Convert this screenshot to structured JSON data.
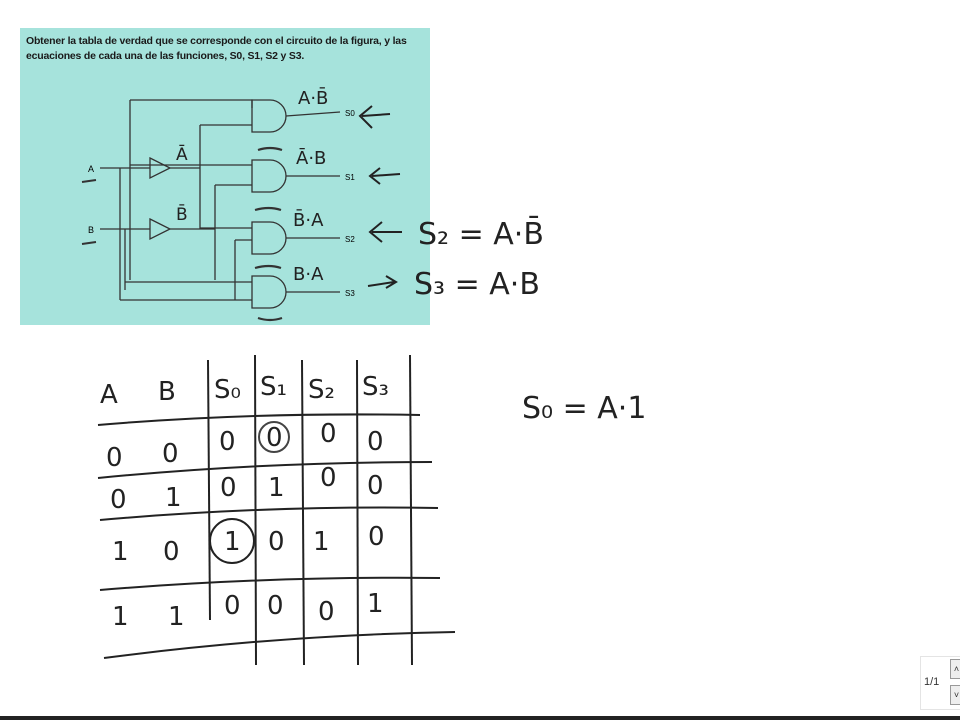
{
  "prompt": {
    "text": "Obtener la tabla de verdad que se corresponde con el circuito de la figura, y las ecuaciones de cada una de las funciones, S0, S1, S2 y S3.",
    "inputs": [
      "A",
      "B"
    ],
    "outputs": [
      "S0",
      "S1",
      "S2",
      "S3"
    ],
    "not_labels": [
      "Ā",
      "B̄"
    ],
    "gate_annotations": [
      "A·B̄",
      "Ā·B",
      "B̄·A",
      "B·A"
    ]
  },
  "annotations": {
    "s2_eq": "S₂ = A·B̄",
    "s3_eq": "S₃ = A·B",
    "s0_eq": "S₀ = A·1"
  },
  "truth_table": {
    "headers": [
      "A",
      "B",
      "S₀",
      "S₁",
      "S₂",
      "S₃"
    ],
    "rows": [
      [
        "0",
        "0",
        "0",
        "0",
        "0",
        "0"
      ],
      [
        "0",
        "1",
        "0",
        "1",
        "0",
        "0"
      ],
      [
        "1",
        "0",
        "1",
        "0",
        "1",
        "0"
      ],
      [
        "1",
        "1",
        "0",
        "0",
        "0",
        "1"
      ]
    ]
  },
  "pager": {
    "label": "1/1",
    "up": "˄",
    "down": "˅"
  },
  "colors": {
    "panel": "#a6e3dc",
    "ink": "#222222"
  }
}
